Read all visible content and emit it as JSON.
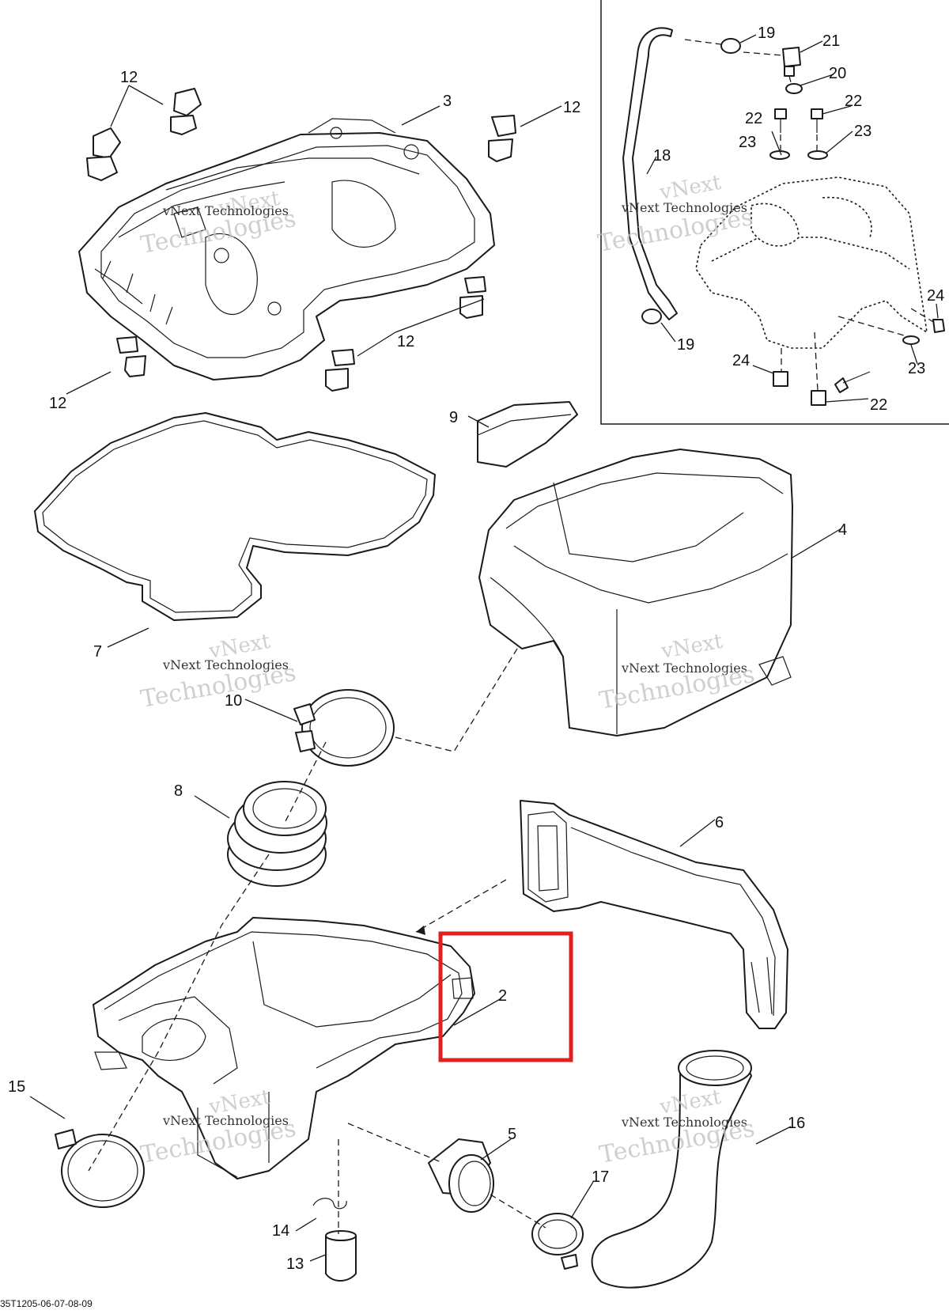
{
  "diagram": {
    "callouts": {
      "c12a": "12",
      "c3": "3",
      "c12b": "12",
      "c12c": "12",
      "c12d": "12",
      "c19a": "19",
      "c21": "21",
      "c20": "20",
      "c22a": "22",
      "c22b": "22",
      "c23a": "23",
      "c23b": "23",
      "c18": "18",
      "c24a": "24",
      "c19b": "19",
      "c23c": "23",
      "c24b": "24",
      "c22c": "22",
      "c9": "9",
      "c4": "4",
      "c7": "7",
      "c10": "10",
      "c8": "8",
      "c6": "6",
      "c2": "2",
      "c15": "15",
      "c5": "5",
      "c16": "16",
      "c17": "17",
      "c14": "14",
      "c13": "13"
    },
    "watermark": {
      "line1": "vNext",
      "line2": "vNext Technologies",
      "line3": "Technologies"
    },
    "footer_code": "35T1205-06-07-08-09",
    "highlight": {
      "color": "#e02020",
      "target": "2"
    }
  }
}
